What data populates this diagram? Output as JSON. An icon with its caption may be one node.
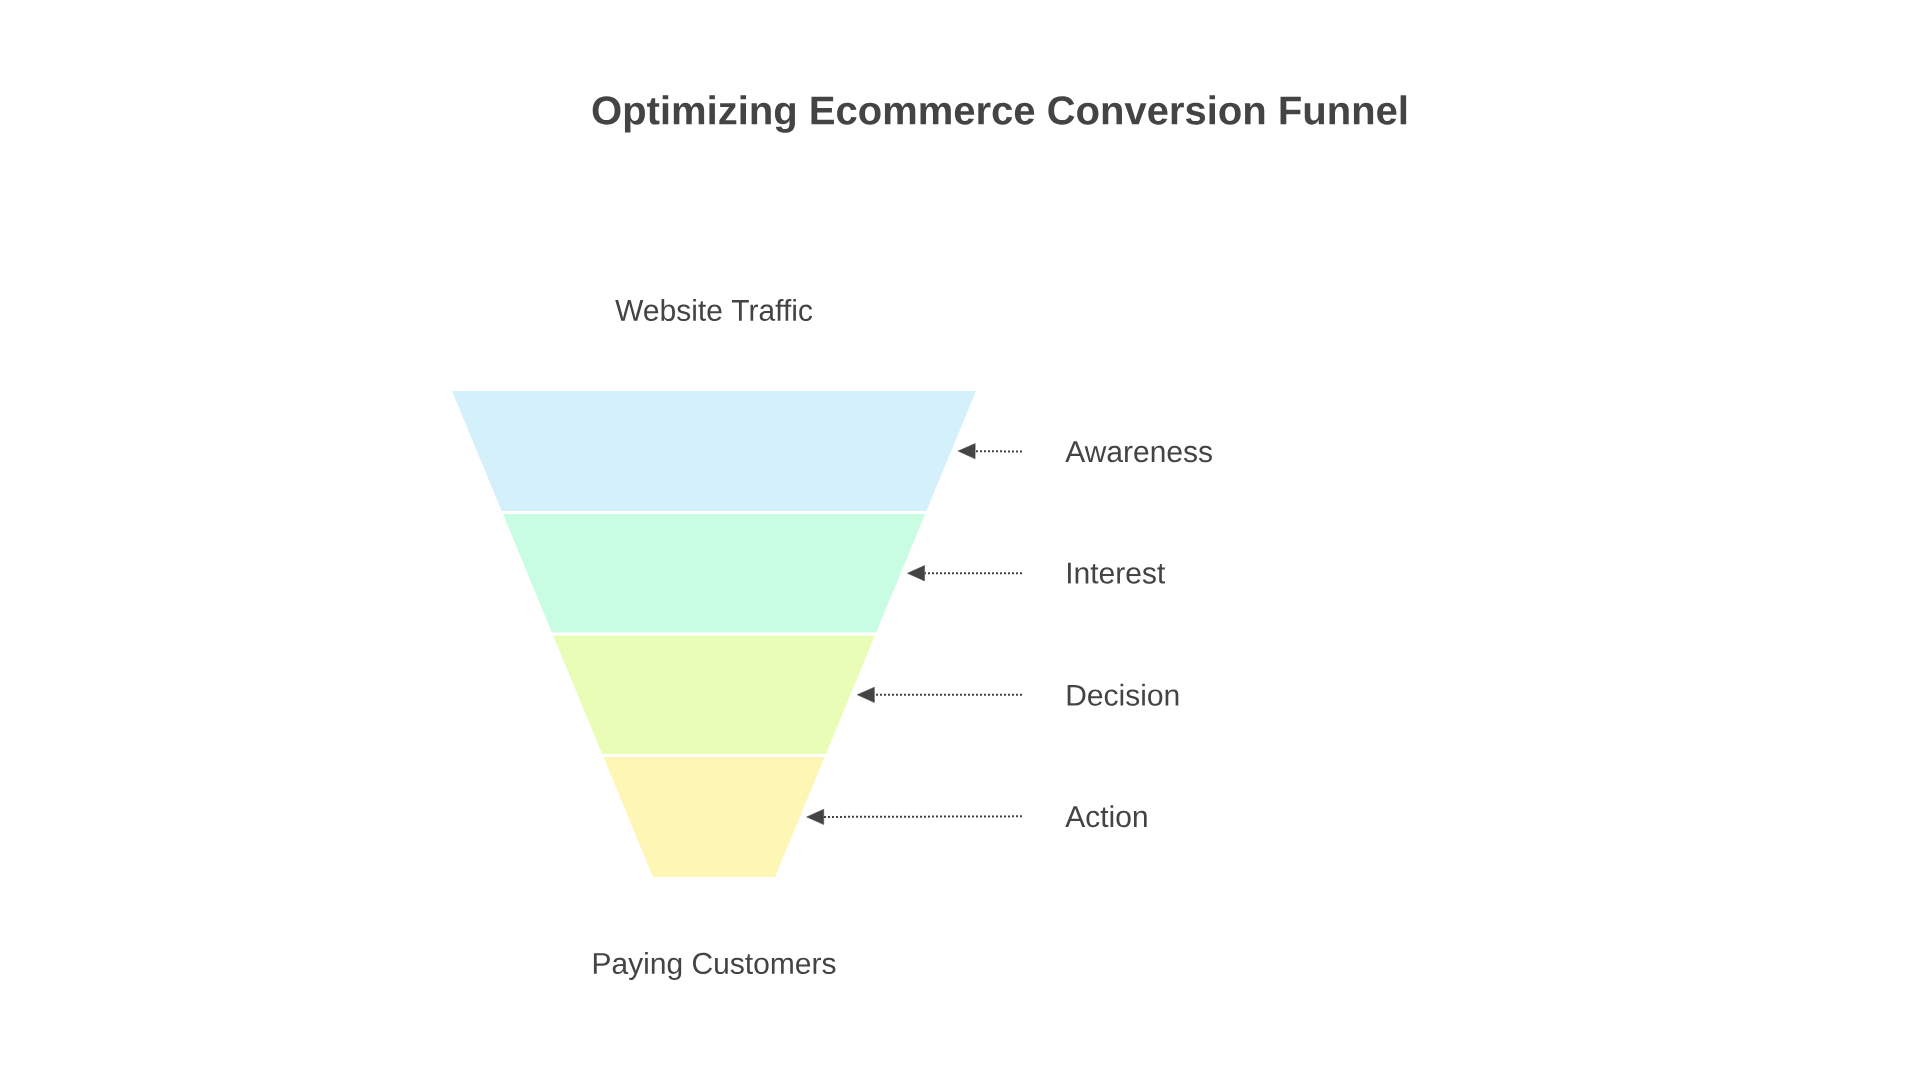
{
  "diagram": {
    "title": "Optimizing Ecommerce Conversion Funnel",
    "nodes": [
      {
        "text": [],
        "shape": "trapezoid"
      },
      {
        "text": [],
        "shape": "trapezoid"
      },
      {
        "text": [],
        "shape": "trapezoid"
      },
      {
        "text": [],
        "shape": "trapezoid"
      },
      {
        "text": [
          "Awareness"
        ]
      },
      {
        "text": [
          "Interest"
        ]
      },
      {
        "text": [
          "Decision"
        ]
      },
      {
        "text": [
          "Action"
        ]
      }
    ],
    "edges": [
      {
        "from": 4,
        "to": 0,
        "arrow": "to",
        "style": "dashed"
      },
      {
        "from": 5,
        "to": 1,
        "arrow": "to",
        "style": "dashed"
      },
      {
        "from": 6,
        "to": 2,
        "arrow": "to",
        "style": "dashed"
      },
      {
        "from": 7,
        "to": 3,
        "arrow": "to",
        "style": "dashed"
      }
    ],
    "labels": [
      "Website Traffic",
      "Paying Customers"
    ]
  }
}
